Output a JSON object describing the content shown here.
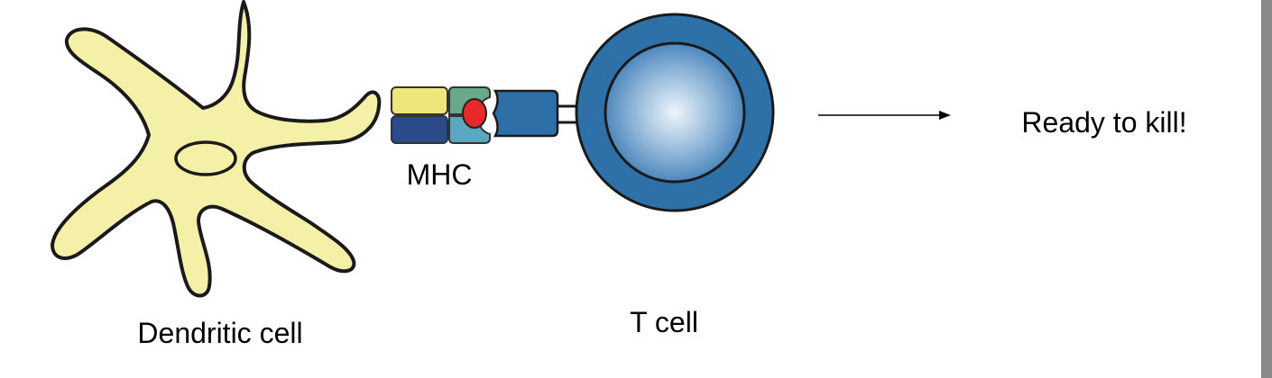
{
  "labels": {
    "dendritic_cell": "Dendritic cell",
    "mhc": "MHC",
    "t_cell": "T cell",
    "ready": "Ready to kill!"
  },
  "colors": {
    "dendritic_fill": "#f5f0a8",
    "outline": "#1a1a1a",
    "tcell_outer": "#2e70a8",
    "tcell_inner_light": "#e8f1fa",
    "tcell_inner_dark": "#3b7cb5",
    "mhc_yellow": "#ede67a",
    "mhc_navy": "#2b4a8a",
    "mhc_green": "#6aa88a",
    "mhc_teal": "#5aa8c0",
    "receptor_blue": "#2f6fa8",
    "antigen_red": "#e8282a"
  }
}
